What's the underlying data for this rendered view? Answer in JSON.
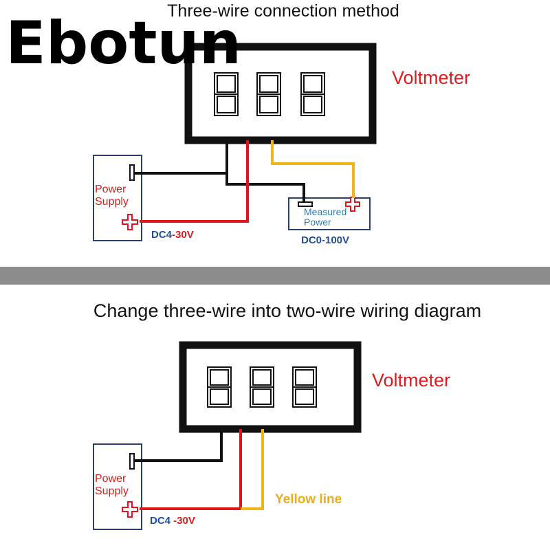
{
  "brand": {
    "name": "Ebotun"
  },
  "top_diagram": {
    "heading": "Three-wire connection method",
    "meter_label": "Voltmeter",
    "power_supply_label_line1": "Power",
    "power_supply_label_line2": "Supply",
    "supply_range_prefix": "DC4",
    "supply_range_suffix": "-30V",
    "measured_label_line1": "Measured",
    "measured_label_line2": "Power",
    "measured_range": "DC0-100V"
  },
  "divider": {
    "color": "#8c8c8c"
  },
  "bottom_diagram": {
    "heading": "Change three-wire into two-wire wiring diagram",
    "meter_label": "Voltmeter",
    "power_supply_label_line1": "Power",
    "power_supply_label_line2": "Supply",
    "yellow_line_label": "Yellow line",
    "supply_range_prefix": "DC4",
    "supply_range_suffix": " -30V"
  },
  "colors": {
    "wire_black": "#111111",
    "wire_red": "#e0141b",
    "wire_yellow": "#f2b519",
    "label_red": "#d81e1e",
    "label_blue": "#1f4e9a",
    "label_teal": "#2a7fb0",
    "label_yellow": "#e8ae1c",
    "box_border": "#2b3f6e"
  }
}
